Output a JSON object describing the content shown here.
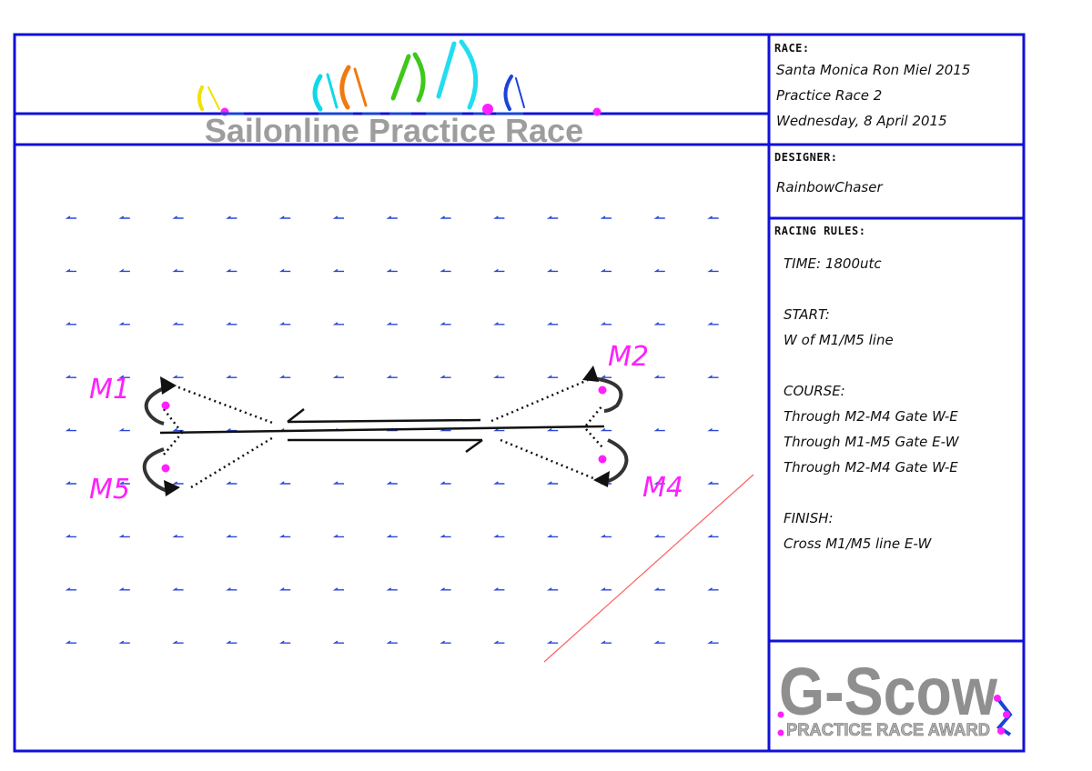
{
  "header": {
    "title": "Sailonline Practice Race"
  },
  "race": {
    "label": "RACE:",
    "lines": [
      "Santa Monica Ron Miel 2015",
      "Practice Race 2",
      "Wednesday, 8 April 2015"
    ]
  },
  "designer": {
    "label": "DESIGNER:",
    "name": "RainbowChaser"
  },
  "rules": {
    "label": "RACING RULES:",
    "time": "TIME: 1800utc",
    "start_label": "START:",
    "start_text": "W of M1/M5 line",
    "course_label": "COURSE:",
    "course_lines": [
      "Through M2-M4 Gate W-E",
      "Through M1-M5 Gate E-W",
      "Through M2-M4 Gate W-E"
    ],
    "finish_label": "FINISH:",
    "finish_text": "Cross M1/M5 line E-W"
  },
  "marks": {
    "m1": "M1",
    "m2": "M2",
    "m4": "M4",
    "m5": "M5"
  },
  "award": {
    "title": "G-Scow",
    "subtitle": "PRACTICE RACE AWARD"
  },
  "colors": {
    "frame": "#1010d8",
    "mark": "#ff1fff",
    "wind": "#2a48d8",
    "redline": "#ff6060",
    "sail_yellow": "#f2e000",
    "sail_cyan": "#11d8e8",
    "sail_orange": "#f07a10",
    "sail_green": "#3ec81a",
    "sail_lightcyan": "#22ddf0",
    "sail_blue": "#1a44d8"
  }
}
